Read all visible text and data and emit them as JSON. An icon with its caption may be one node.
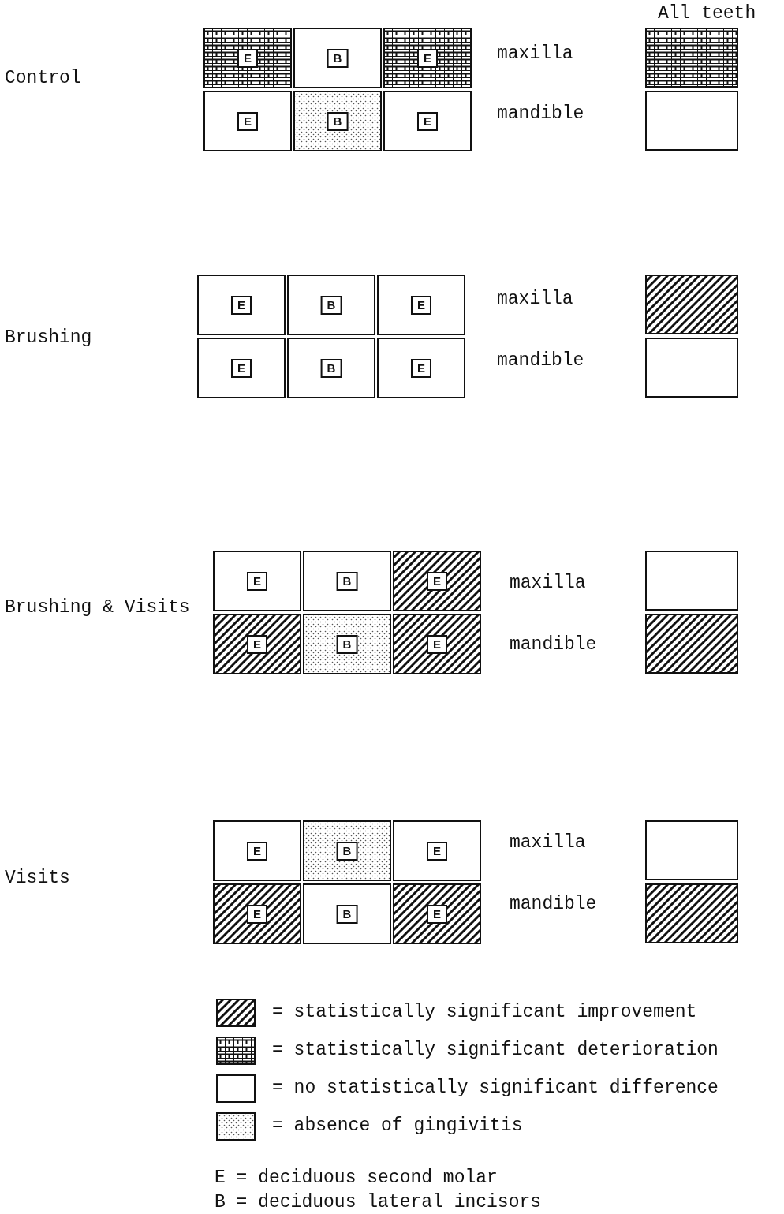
{
  "diagram": {
    "nodes": [
      {
        "text": [
          "E"
        ]
      },
      {
        "text": [
          "B"
        ]
      },
      {
        "text": [
          "E"
        ]
      },
      {
        "text": [
          "E"
        ]
      },
      {
        "text": [
          "B"
        ]
      },
      {
        "text": [
          "E"
        ]
      },
      {
        "text": [],
        "shape": "box"
      },
      {
        "text": [],
        "shape": "box"
      },
      {
        "text": [
          "E"
        ]
      },
      {
        "text": [
          "B"
        ]
      },
      {
        "text": [
          "E"
        ]
      },
      {
        "text": [
          "E"
        ]
      },
      {
        "text": [
          "B"
        ]
      },
      {
        "text": [
          "E"
        ]
      },
      {
        "text": [],
        "shape": "box"
      },
      {
        "text": [],
        "shape": "box"
      },
      {
        "text": [
          "E"
        ]
      },
      {
        "text": [
          "B"
        ]
      },
      {
        "text": [
          "E"
        ]
      },
      {
        "text": [
          "E"
        ]
      },
      {
        "text": [
          "B"
        ]
      },
      {
        "text": [
          "E"
        ]
      },
      {
        "text": [],
        "shape": "box"
      },
      {
        "text": [],
        "shape": "box"
      },
      {
        "text": [
          "E"
        ]
      },
      {
        "text": [
          "B"
        ]
      },
      {
        "text": [
          "E"
        ]
      },
      {
        "text": [
          "E"
        ]
      },
      {
        "text": [
          "B"
        ]
      },
      {
        "text": [
          "E"
        ]
      },
      {
        "text": [],
        "shape": "box"
      },
      {
        "text": [],
        "shape": "box"
      }
    ],
    "labels": [
      "All teeth",
      "Control",
      "maxilla",
      "mandible",
      "Brushing",
      "maxilla",
      "mandible",
      "Brushing & Visits",
      "maxilla",
      "mandible",
      "Visits",
      "maxilla",
      "mandible",
      "E = deciduous second molar",
      "B = deciduous lateral incisors"
    ],
    "legend": [
      {
        "text": "= statistically significant improvement"
      },
      {
        "text": "= statistically significant deterioration"
      },
      {
        "text": "= no statistically significant difference"
      },
      {
        "text": "= absence of gingivitis"
      }
    ]
  }
}
